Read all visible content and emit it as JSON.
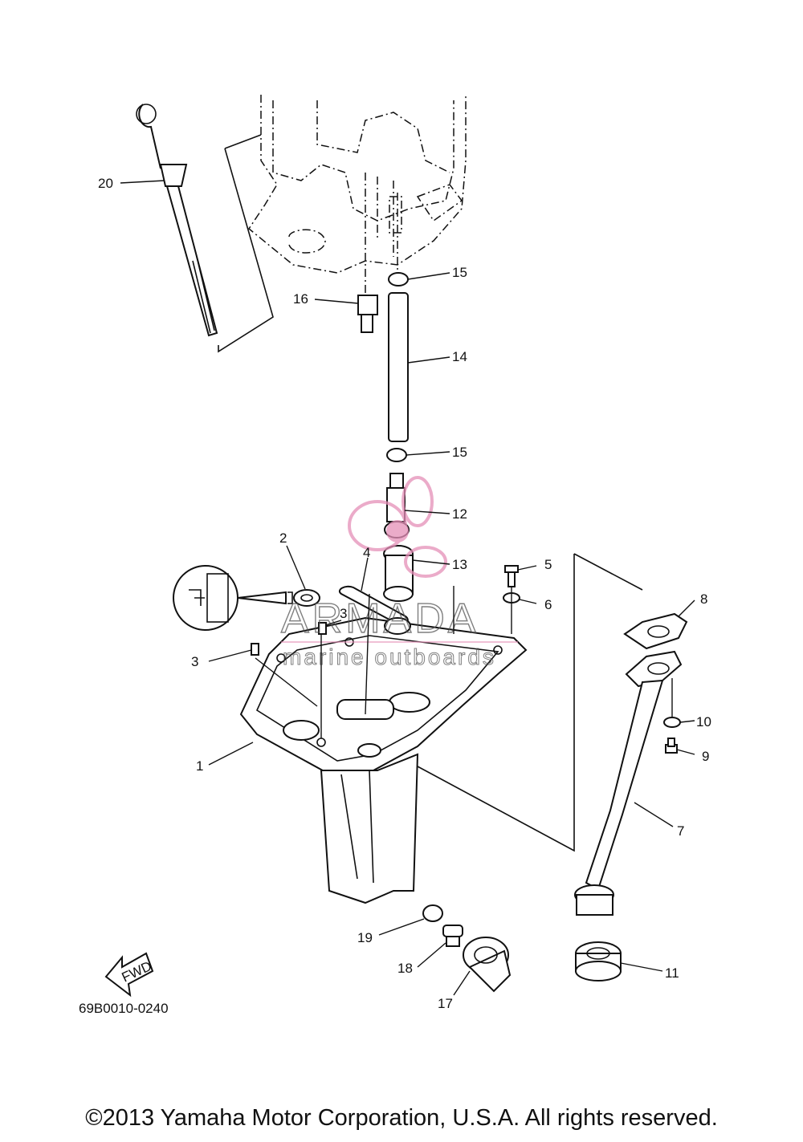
{
  "diagram": {
    "drawing_code": "69B0010-0240",
    "fwd_label": "FWD",
    "parts": [
      {
        "id": "1",
        "label": "1"
      },
      {
        "id": "2",
        "label": "2"
      },
      {
        "id": "3a",
        "label": "3"
      },
      {
        "id": "3b",
        "label": "3"
      },
      {
        "id": "4",
        "label": "4"
      },
      {
        "id": "5",
        "label": "5"
      },
      {
        "id": "6",
        "label": "6"
      },
      {
        "id": "7",
        "label": "7"
      },
      {
        "id": "8",
        "label": "8"
      },
      {
        "id": "9",
        "label": "9"
      },
      {
        "id": "10",
        "label": "10"
      },
      {
        "id": "11",
        "label": "11"
      },
      {
        "id": "12",
        "label": "12"
      },
      {
        "id": "13",
        "label": "13"
      },
      {
        "id": "14",
        "label": "14"
      },
      {
        "id": "15a",
        "label": "15"
      },
      {
        "id": "15b",
        "label": "15"
      },
      {
        "id": "16",
        "label": "16"
      },
      {
        "id": "17",
        "label": "17"
      },
      {
        "id": "18",
        "label": "18"
      },
      {
        "id": "19",
        "label": "19"
      },
      {
        "id": "20",
        "label": "20"
      }
    ]
  },
  "watermark": {
    "brand": "ARMADA",
    "tagline": "marine outboards",
    "color": "#e58fb8"
  },
  "footer": {
    "copyright": "©2013 Yamaha Motor Corporation, U.S.A. All rights reserved."
  }
}
